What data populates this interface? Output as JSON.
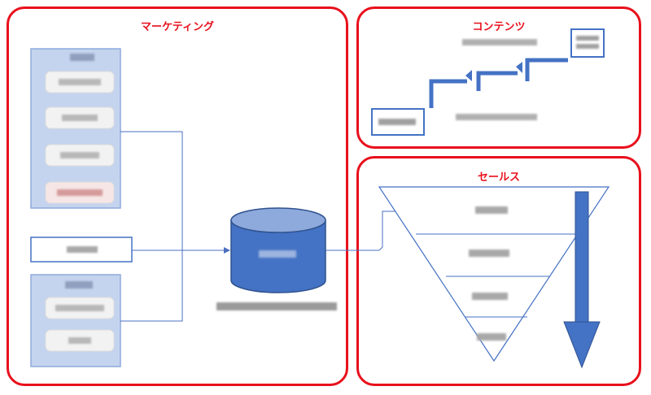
{
  "panels": {
    "marketing": {
      "title": "マーケティング"
    },
    "contents": {
      "title": "コンテンツ"
    },
    "sales": {
      "title": "セールス"
    }
  },
  "colors": {
    "panel_border": "#e8101c",
    "accent_blue": "#4472c4",
    "light_blue": "#c5d4ee",
    "line_blue": "#4a6fc0"
  }
}
